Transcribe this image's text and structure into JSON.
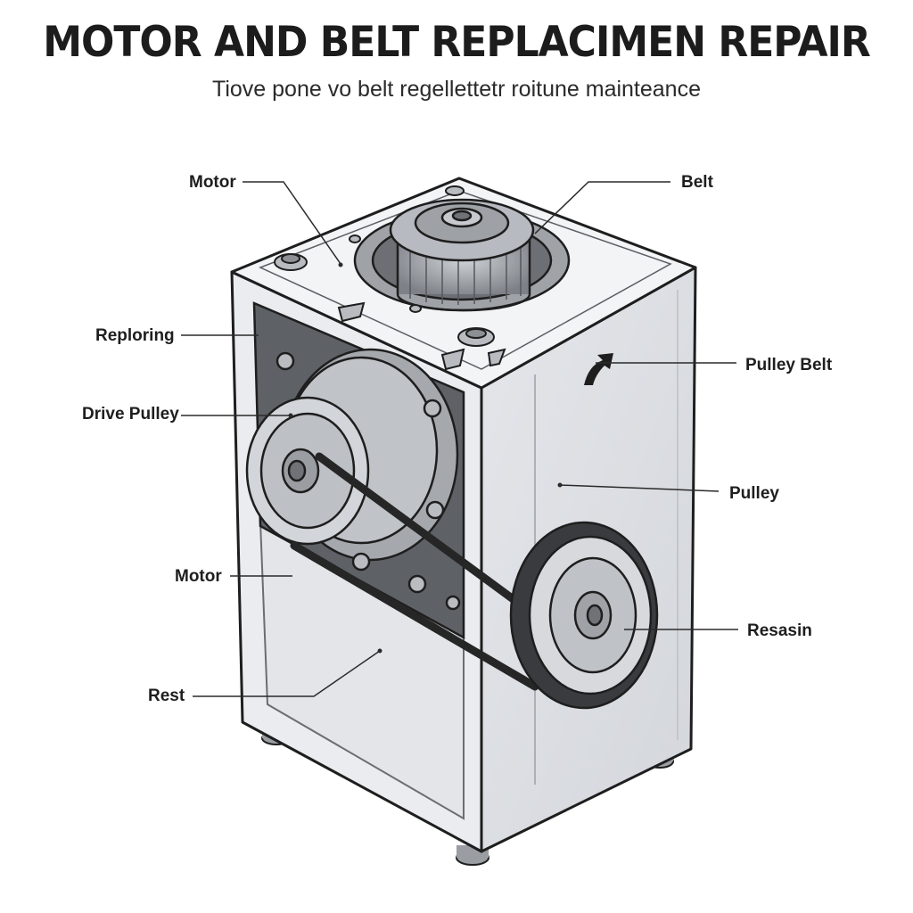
{
  "title": "MOTOR AND BELT REPLACIMEN REPAIR",
  "subtitle": "Tiove pone vo belt regellettetr roitune mainteance",
  "labels": {
    "motor_top": "Motor",
    "belt": "Belt",
    "reploring": "Reploring",
    "pulley_belt": "Pulley Belt",
    "drive_pulley": "Drive Pulley",
    "pulley": "Pulley",
    "motor_mid": "Motor",
    "resasin": "Resasin",
    "rest": "Rest"
  },
  "colors": {
    "cabinet_face": "#e9ebee",
    "cabinet_side": "#dfe1e5",
    "cabinet_top": "#f2f3f5",
    "outline": "#1e1e1e",
    "metal_dark": "#8d9095",
    "metal_mid": "#b5b8bd",
    "belt": "#2a2a2a"
  }
}
